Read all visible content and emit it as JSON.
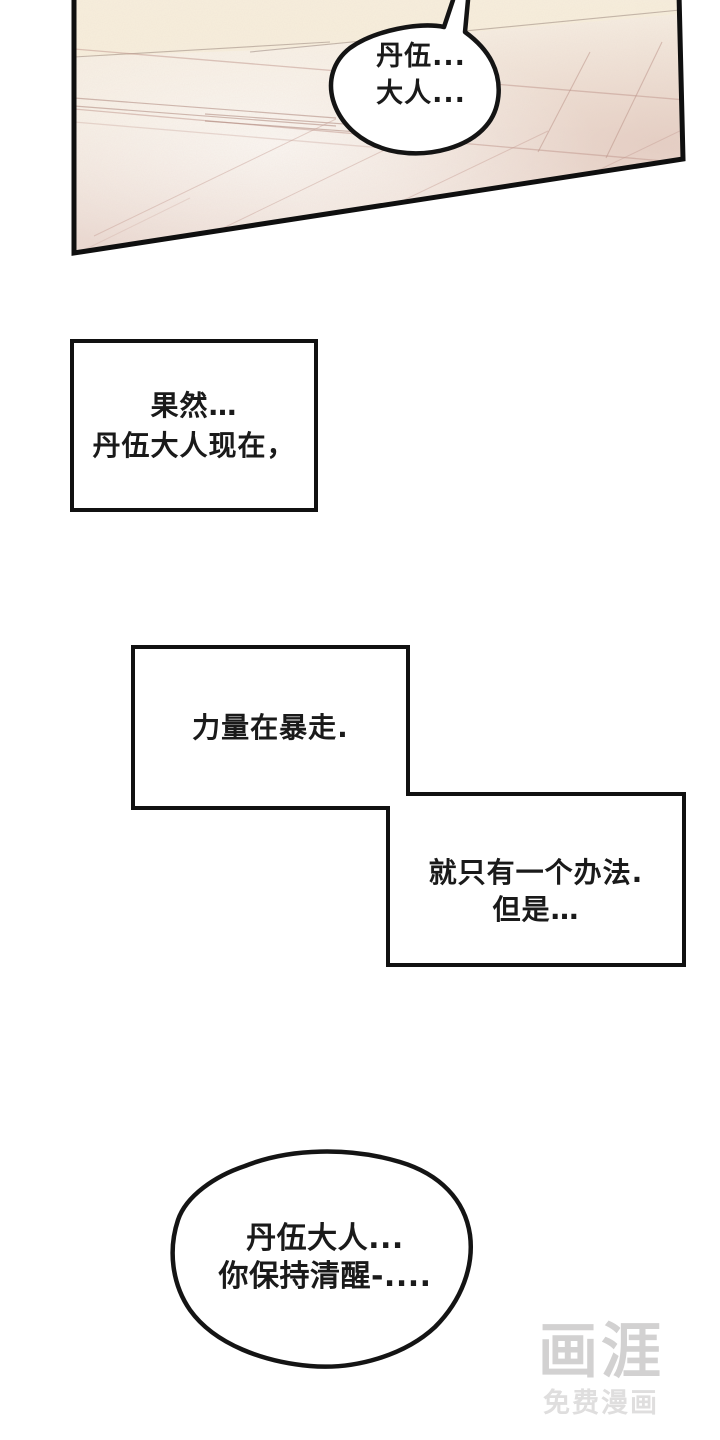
{
  "page": {
    "background": "#ffffff"
  },
  "colors": {
    "panel_border": "#0f0f0f",
    "box_border": "#111111",
    "bubble_stroke": "#141414",
    "bubble_fill": "#ffffff",
    "text": "#1a1a1a",
    "floor_base": "#f6efe2",
    "floor_pink": "#e9d6cf",
    "floor_line": "#bb8f85",
    "watermark_logo": "#d2d1d1",
    "watermark_tagline": "#dfdede"
  },
  "panel1": {
    "bubble": {
      "lines": [
        "丹伍...",
        "大人..."
      ]
    }
  },
  "captions": [
    {
      "lines": [
        "果然…",
        "丹伍大人现在，"
      ]
    },
    {
      "lines": [
        "力量在暴走."
      ]
    },
    {
      "lines": [
        "就只有一个办法.",
        "但是…"
      ]
    }
  ],
  "bubble2": {
    "lines": [
      "丹伍大人...",
      "你保持清醒-...."
    ]
  },
  "watermark": {
    "logo": "画涯",
    "tagline": "免费漫画"
  }
}
